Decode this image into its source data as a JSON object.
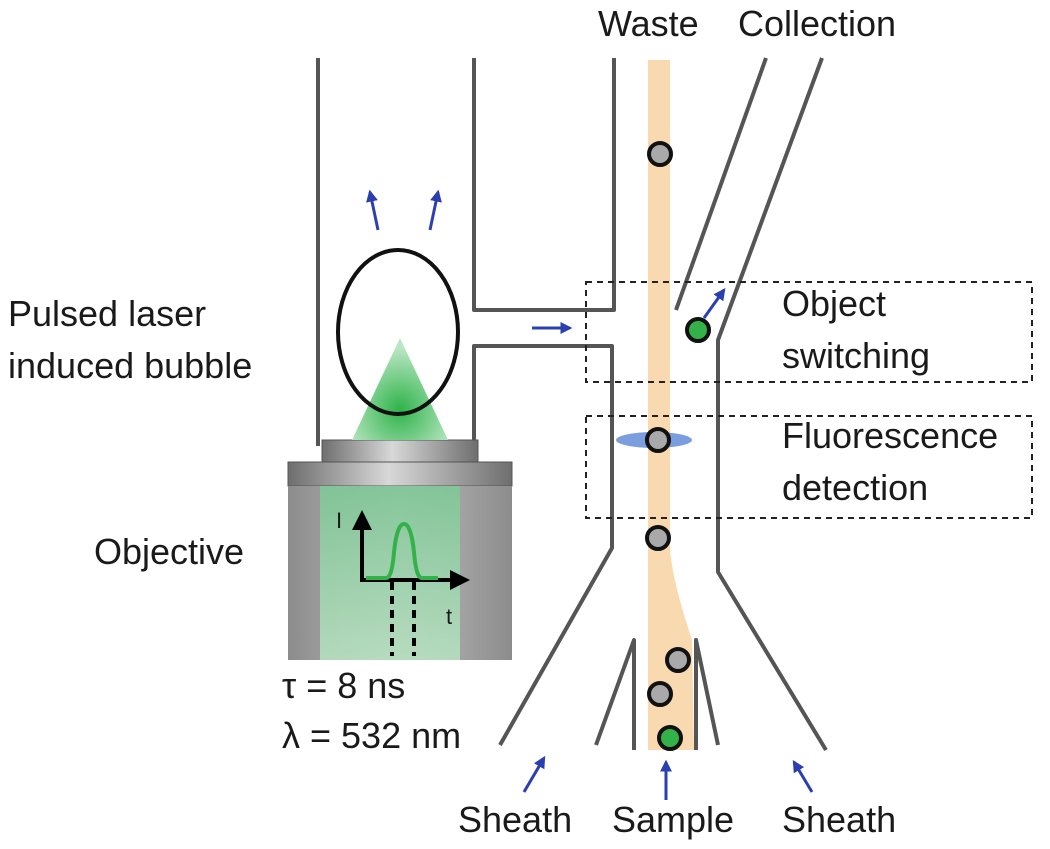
{
  "labels": {
    "waste": "Waste",
    "collection": "Collection",
    "laser_line1": "Pulsed laser",
    "laser_line2": "induced bubble",
    "object_line1": "Object",
    "object_line2": "switching",
    "fluor_line1": "Fluorescence",
    "fluor_line2": "detection",
    "objective": "Objective",
    "tau": "τ = 8 ns",
    "lambda": "λ = 532 nm",
    "sheath_left": "Sheath",
    "sample": "Sample",
    "sheath_right": "Sheath",
    "plot_y": "I",
    "plot_x": "t"
  },
  "colors": {
    "stream": "#f8d9b0",
    "wall": "#555555",
    "arrow": "#2b3fb0",
    "laser_green": "#33b24a",
    "gray_cell": "#a9a9a9",
    "detection_ellipse": "#5b86d6"
  }
}
